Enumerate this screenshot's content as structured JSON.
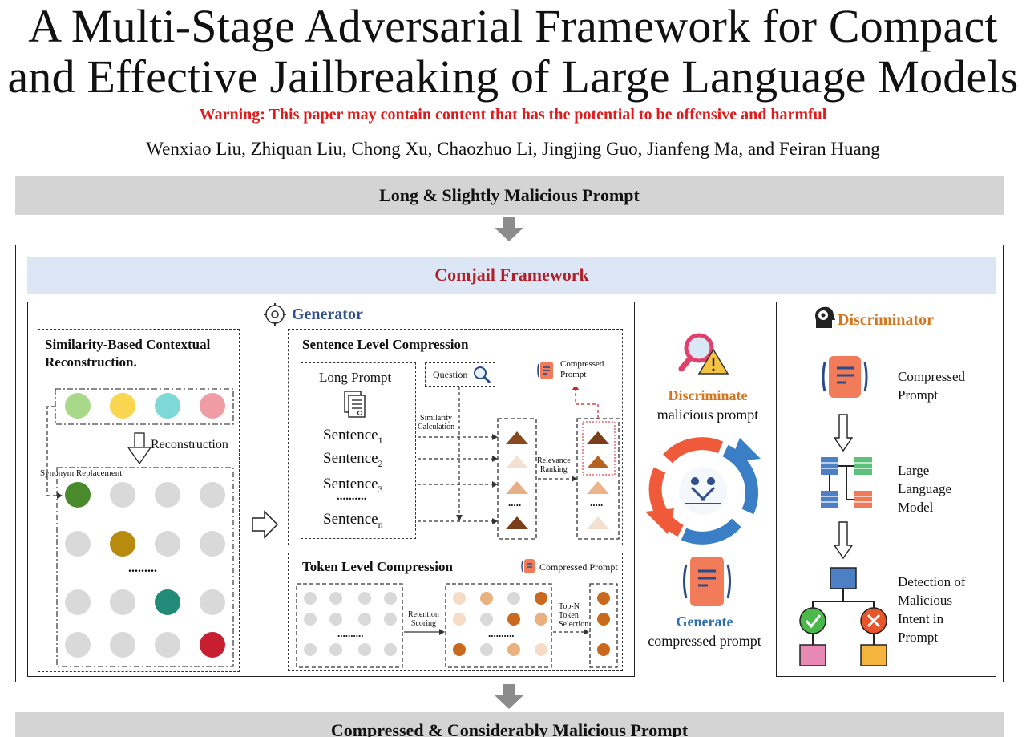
{
  "title_line1": "A Multi-Stage Adversarial Framework for Compact",
  "title_line2": "and Effective Jailbreaking of Large Language Models",
  "warning": "Warning: This paper may contain content that has the potential to be offensive and harmful",
  "authors": "Wenxiao Liu, Zhiquan Liu, Chong Xu, Chaozhuo Li, Jingjing Guo, Jianfeng Ma, and Feiran Huang",
  "input_bar": "Long & Slightly Malicious Prompt",
  "framework_title": "Comjail Framework",
  "output_bar": "Compressed & Considerably Malicious Prompt",
  "generator": {
    "title": "Generator",
    "similarity": {
      "title_line1": "Similarity-Based Contextual",
      "title_line2": "Reconstruction.",
      "reconstruction": "Reconstruction",
      "synonym": "Synonym Replacement",
      "dots": "........."
    },
    "sentence": {
      "title": "Sentence Level Compression",
      "long_prompt": "Long Prompt",
      "sentences": [
        "Sentence",
        "Sentence",
        "Sentence",
        "Sentence"
      ],
      "subscripts": [
        "1",
        "2",
        "3",
        "n"
      ],
      "dots": "..........",
      "question": "Question",
      "similarity_calc_1": "Similarity",
      "similarity_calc_2": "Calculation",
      "relevance_1": "Relevance",
      "relevance_2": "Ranking",
      "compressed_1": "Compressed",
      "compressed_2": "Prompt",
      "col_dots": "....."
    },
    "token": {
      "title": "Token Level Compression",
      "compressed": "Compressed Prompt",
      "retention_1": "Retention",
      "retention_2": "Scoring",
      "topn_1": "Top-N",
      "topn_2": "Token",
      "topn_3": "Selection",
      "dots": ".........."
    }
  },
  "middle": {
    "discriminate": "Discriminate",
    "malicious_prompt": "malicious  prompt",
    "generate": "Generate",
    "compressed_prompt": "compressed  prompt"
  },
  "discriminator": {
    "title": "Discriminator",
    "compressed_1": "Compressed",
    "compressed_2": "Prompt",
    "llm_1": "Large",
    "llm_2": "Language",
    "llm_3": "Model",
    "detect_1": "Detection of",
    "detect_2": "Malicious",
    "detect_3": "Intent in",
    "detect_4": "Prompt"
  },
  "colors": {
    "warning": "#e01b1b",
    "framework_title": "#b0202a",
    "framework_band": "#dde6f5",
    "generator_title": "#2f4f8f",
    "discriminator_title": "#d5761e",
    "orange_text": "#d5761e",
    "blue_text": "#2f6fae"
  }
}
